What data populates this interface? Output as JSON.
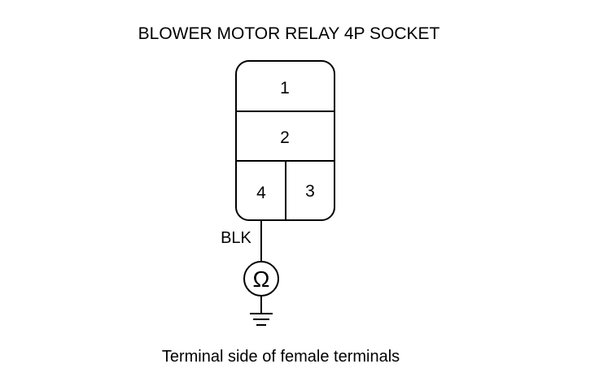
{
  "title": "BLOWER MOTOR RELAY 4P SOCKET",
  "connector": {
    "terminals": [
      {
        "id": "1",
        "label": "1"
      },
      {
        "id": "2",
        "label": "2"
      },
      {
        "id": "4",
        "label": "4"
      },
      {
        "id": "3",
        "label": "3"
      }
    ]
  },
  "wire": {
    "color_label": "BLK"
  },
  "meter": {
    "symbol": "Ω",
    "icon": "ohmmeter-icon"
  },
  "ground": {
    "icon": "ground-icon"
  },
  "caption": "Terminal side of female terminals"
}
